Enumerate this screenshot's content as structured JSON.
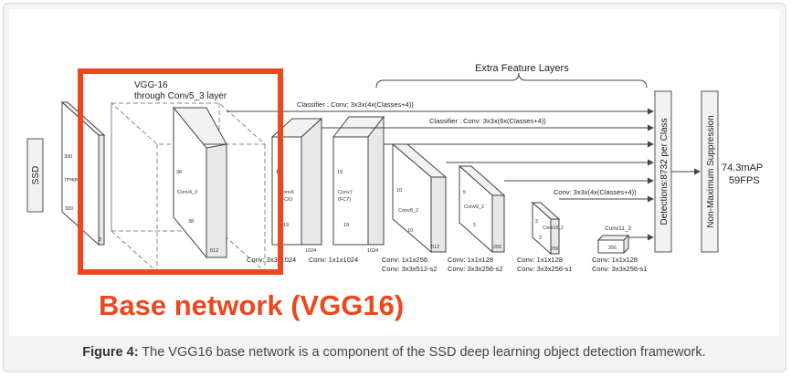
{
  "diagram": {
    "ssd_label": "SSD",
    "vgg_title_1": "VGG-16",
    "vgg_title_2": "through Conv5_3 layer",
    "extra_layers_label": "Extra Feature Layers",
    "classifier_1": "Classifier : Conv: 3x3x(4x(Classes+4))",
    "classifier_2": "Classifier : Conv: 3x3x(6x(Classes+4))",
    "classifier_3": "Conv: 3x3x(4x(Classes+4))",
    "image_label": "Image",
    "image_h": "300",
    "image_w": "300",
    "image_d": "3",
    "conv4_label": "Conv4_3",
    "conv4_h": "38",
    "conv4_w": "38",
    "conv4_d": "512",
    "conv6_label_1": "Conv6",
    "conv6_label_2": "(FC6)",
    "conv6_h": "19",
    "conv6_w": "19",
    "conv6_d": "1024",
    "conv7_label_1": "Conv7",
    "conv7_label_2": "(FC7)",
    "conv7_h": "19",
    "conv7_w": "19",
    "conv7_d": "1024",
    "conv8_label": "Conv8_2",
    "conv8_h": "10",
    "conv8_w": "10",
    "conv8_d": "512",
    "conv9_label": "Conv9_2",
    "conv9_h": "5",
    "conv9_w": "5",
    "conv9_d": "256",
    "conv10_label": "Conv10_2",
    "conv10_h": "3",
    "conv10_w": "3",
    "conv10_d": "256",
    "conv11_label": "Conv11_2",
    "conv11_d": "256",
    "op1": "Conv: 3x3x1024",
    "op2": "Conv: 1x1x1024",
    "op3a": "Conv: 1x1x256",
    "op3b": "Conv: 3x3x512-s2",
    "op4a": "Conv: 1x1x128",
    "op4b": "Conv: 3x3x256-s2",
    "op5a": "Conv: 1x1x128",
    "op5b": "Conv: 3x3x256-s1",
    "op6a": "Conv: 1x1x128",
    "op6b": "Conv: 3x3x256-s1",
    "detections": "Detections:8732 per Class",
    "nms": "Non-Maximum Suppression",
    "map": "74.3mAP",
    "fps": "59FPS",
    "base_network": "Base network (VGG16)",
    "highlight_color": "#f0461e"
  },
  "caption": {
    "label": "Figure 4:",
    "text": " The VGG16 base network is a component of the SSD deep learning object detection framework."
  }
}
